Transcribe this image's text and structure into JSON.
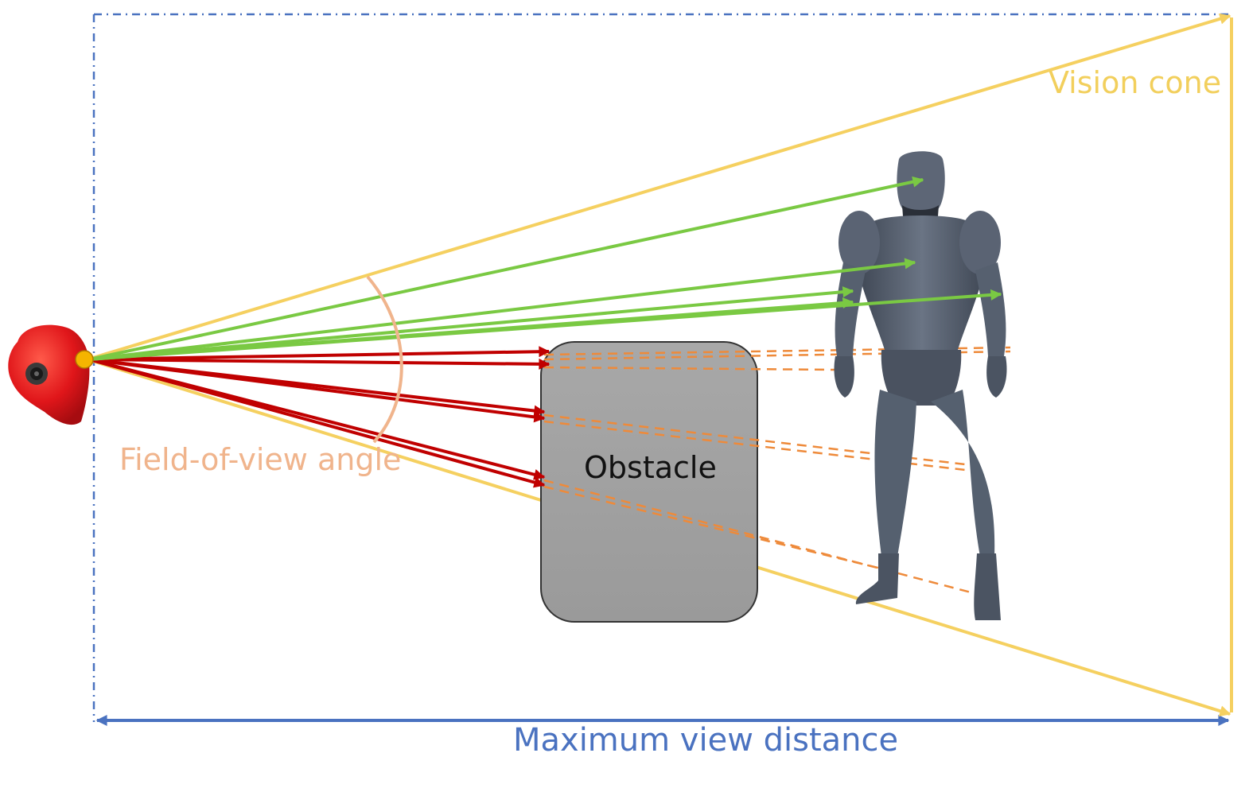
{
  "labels": {
    "vision_cone": "Vision cone",
    "fov_angle": "Field-of-view angle",
    "obstacle": "Obstacle",
    "max_view_distance": "Maximum view distance"
  },
  "colors": {
    "vision_cone": "#f5d060",
    "fov_arc": "#f0b48c",
    "visible_ray": "#7ac943",
    "blocked_ray": "#c00000",
    "occluded_ray": "#ee8a3a",
    "distance_frame": "#4a72c0",
    "obstacle_fill": "#a6a6a6",
    "observer_head": "#e0161a",
    "eye_point": "#f5b400",
    "humanoid": "#525c6b"
  }
}
